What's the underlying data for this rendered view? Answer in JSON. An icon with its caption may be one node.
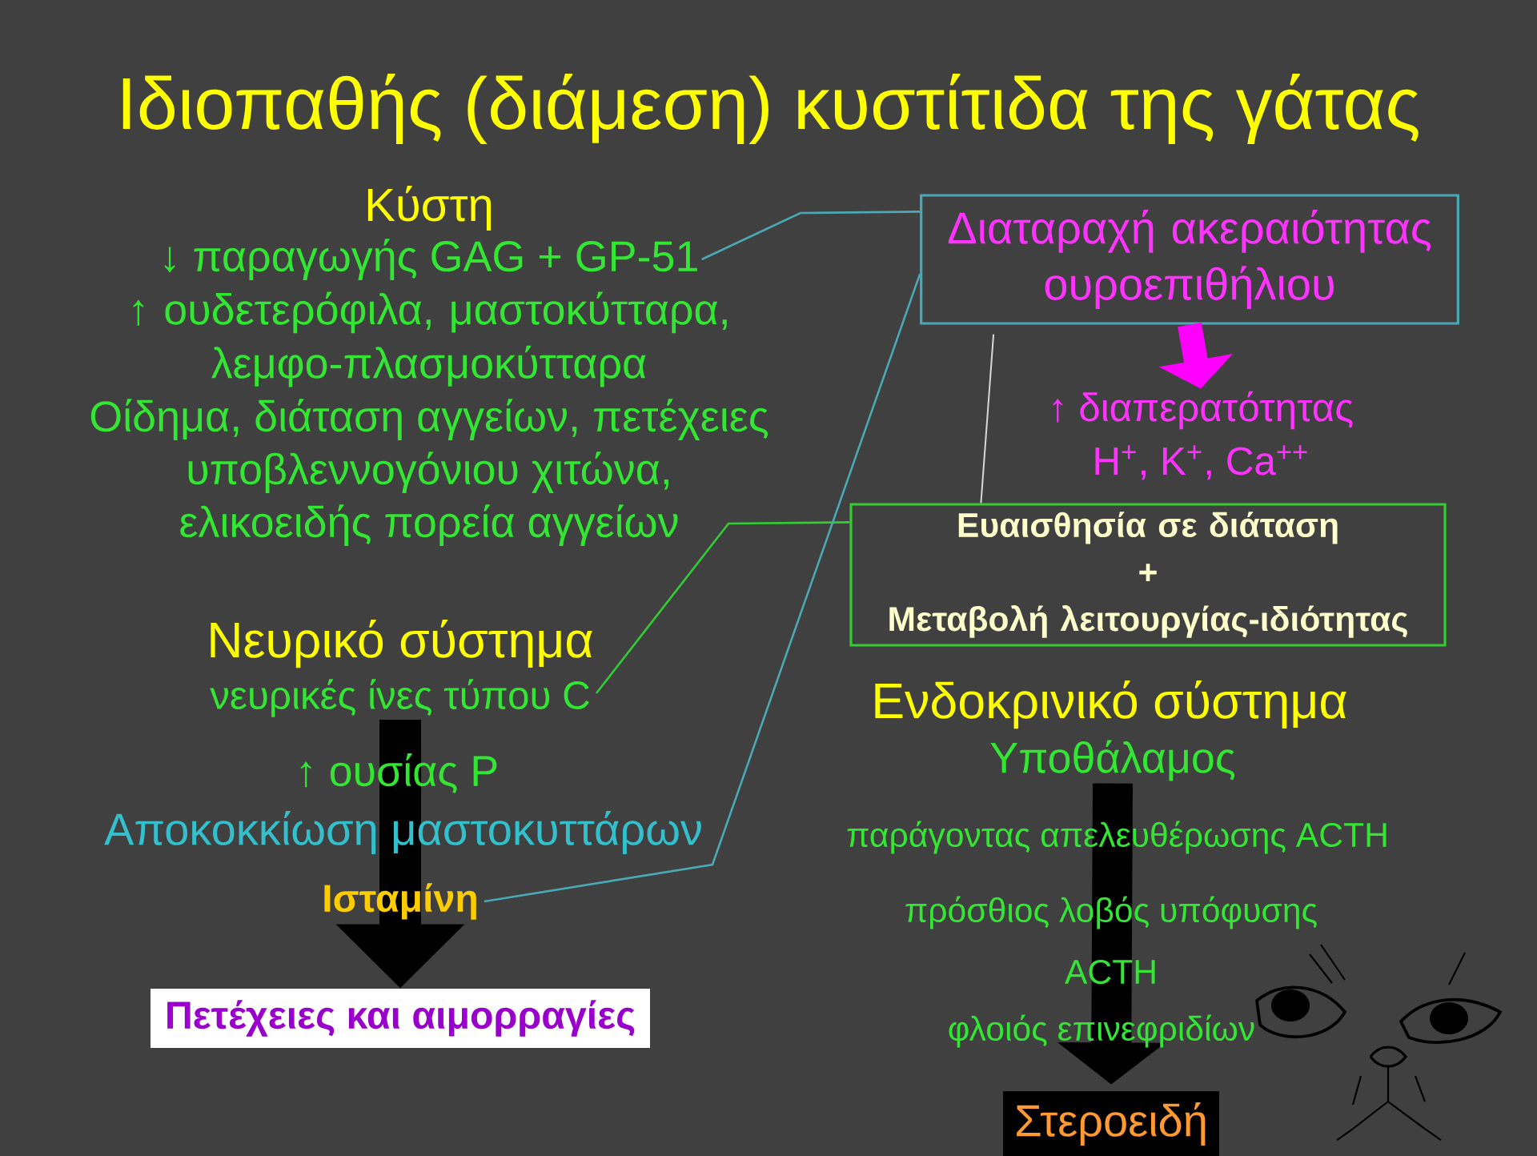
{
  "diagram": {
    "title": "Ιδιοπαθής (διάμεση) κυστίτιδα της γάτας",
    "nodes": [
      {
        "text": [
          "↓ παραγωγής GAG + GP-51"
        ]
      },
      {
        "text": [
          "νευρικές ίνες τύπου C"
        ]
      },
      {
        "text": [
          "Ισταμίνη"
        ]
      },
      {
        "text": [
          "Πετέχειες και αιμορραγίες"
        ]
      },
      {
        "text": [
          "Διαταραχή ακεραιότητας ουροεπιθήλιου"
        ]
      },
      {
        "text": [
          "↑ διαπερατότητας",
          "H$^{+}$, K$^{+}$, Ca$^{++}$"
        ]
      },
      {
        "text": [
          "Ευαισθησία σε διάταση",
          "+",
          "Μεταβολή λειτουργίας-ιδιότητας"
        ]
      },
      {
        "text": [
          "Υποθάλαμος"
        ]
      },
      {
        "text": [
          "Στεροειδή"
        ]
      }
    ],
    "edges": [
      {
        "from": 0,
        "to": 4,
        "arrow": "none",
        "color": "#4aa9b5"
      },
      {
        "from": 2,
        "to": 4,
        "arrow": "none",
        "color": "#4aa9b5"
      },
      {
        "from": 1,
        "to": 6,
        "arrow": "none",
        "color": "#33cc33"
      },
      {
        "from": 4,
        "to": 6,
        "arrow": "none",
        "color": "#d8d8d8"
      },
      {
        "from": 4,
        "to": 5,
        "arrow": "to",
        "style": "thick",
        "color": "#ff00ff"
      },
      {
        "from": 1,
        "to": 3,
        "arrow": "to",
        "style": "thick",
        "color": "#000000"
      },
      {
        "from": 7,
        "to": 8,
        "arrow": "to",
        "style": "thick",
        "color": "#000000"
      }
    ],
    "labels": [
      "Κύστη",
      "↑ ουδετερόφιλα, μαστοκύτταρα, λεμφο-πλασμοκύτταρα",
      "Οίδημα, διάταση αγγείων, πετέχειες",
      "υποβλεννογόνιου χιτώνα,",
      "ελικοειδής πορεία αγγείων",
      "Νευρικό σύστημα",
      "↑ ουσίας P",
      "Αποκοκκίωση μαστοκυττάρων",
      "Ενδοκρινικό σύστημα",
      "παράγοντας απελευθέρωσης ACTH",
      "πρόσθιος λοβός υπόφυσης",
      "ACTH",
      "φλοιός επινεφριδίων"
    ]
  }
}
